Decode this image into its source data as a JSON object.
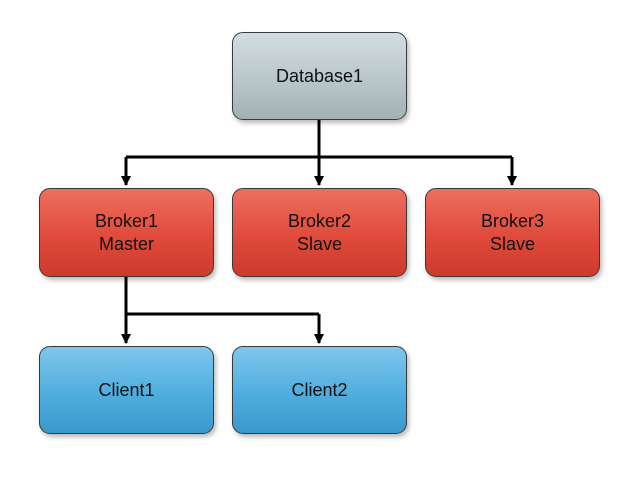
{
  "diagram": {
    "type": "deployment-topology",
    "nodes": [
      {
        "id": "database1",
        "lines": [
          "Database1"
        ],
        "kind": "database"
      },
      {
        "id": "broker1",
        "lines": [
          "Broker1",
          "Master"
        ],
        "kind": "broker"
      },
      {
        "id": "broker2",
        "lines": [
          "Broker2",
          "Slave"
        ],
        "kind": "broker"
      },
      {
        "id": "broker3",
        "lines": [
          "Broker3",
          "Slave"
        ],
        "kind": "broker"
      },
      {
        "id": "client1",
        "lines": [
          "Client1"
        ],
        "kind": "client"
      },
      {
        "id": "client2",
        "lines": [
          "Client2"
        ],
        "kind": "client"
      }
    ],
    "edges": [
      {
        "from": "database1",
        "to": "broker1"
      },
      {
        "from": "database1",
        "to": "broker2"
      },
      {
        "from": "database1",
        "to": "broker3"
      },
      {
        "from": "broker1",
        "to": "client1"
      },
      {
        "from": "broker1",
        "to": "client2"
      }
    ],
    "colors": {
      "database": "#b9c6ca",
      "broker": "#df4a3b",
      "client": "#4fadde",
      "connector": "#000000"
    }
  }
}
